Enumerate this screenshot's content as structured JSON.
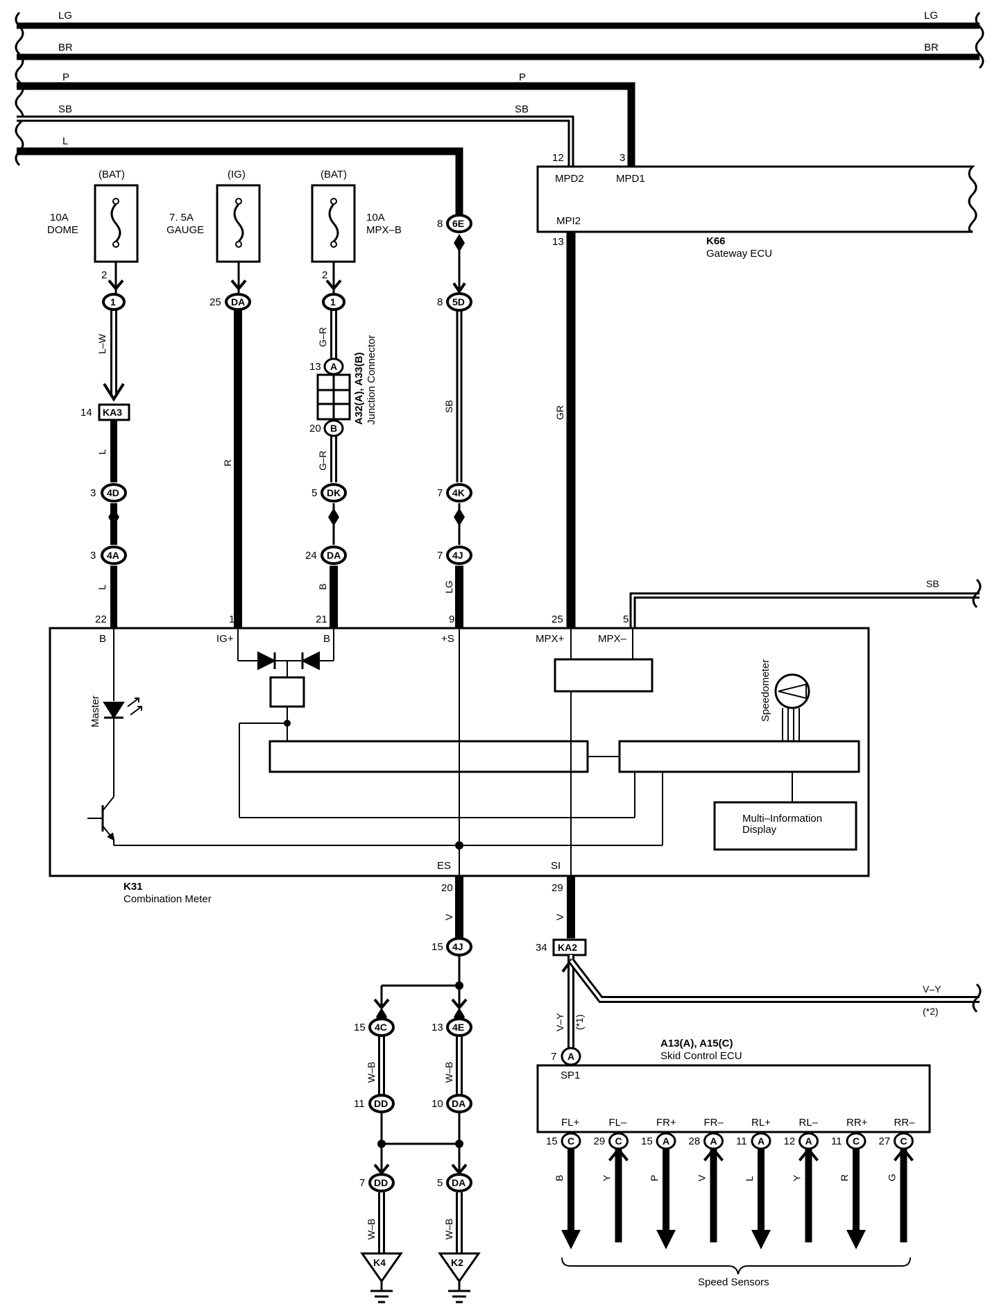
{
  "buses": [
    {
      "color": "LG",
      "left_label": "LG",
      "right_label": "LG"
    },
    {
      "color": "BR",
      "left_label": "BR",
      "right_label": "BR"
    },
    {
      "color": "P",
      "left_label": "P",
      "mid_label": "P"
    },
    {
      "color": "SB",
      "left_label": "SB",
      "mid_label": "SB"
    },
    {
      "color": "L",
      "left_label": "L"
    }
  ],
  "fuses": [
    {
      "source": "(BAT)",
      "rating": "10A",
      "name": "DOME",
      "pin": "2"
    },
    {
      "source": "(IG)",
      "rating": "7. 5A",
      "name": "GAUGE"
    },
    {
      "source": "(BAT)",
      "rating": "10A",
      "name": "MPX–B",
      "pin": "2"
    }
  ],
  "gateway": {
    "code": "K66",
    "name": "Gateway ECU",
    "pin_mpd2": "12",
    "pin_mpd1": "3",
    "pin_mpi2": "13",
    "term_mpd2": "MPD2",
    "term_mpd1": "MPD1",
    "term_mpi2": "MPI2"
  },
  "junction": {
    "code": "A32(A), A33(B)",
    "name": "Junction Connector"
  },
  "combination_meter": {
    "code": "K31",
    "name": "Combination Meter",
    "terminals": {
      "b_left": "B",
      "ig": "IG+",
      "b_right": "B",
      "s": "+S",
      "mpx_plus": "MPX+",
      "mpx_minus": "MPX–",
      "es": "ES",
      "si": "SI"
    },
    "pins": {
      "b_left": "22",
      "ig": "1",
      "b_right": "21",
      "s": "9",
      "mpx_plus": "25",
      "mpx_minus": "5",
      "es": "20",
      "si": "29"
    },
    "master": "Master",
    "speedometer": "Speedometer",
    "mid_line1": "Multi–Information",
    "mid_line2": "Display"
  },
  "wire_colors": {
    "dome_upper": "L–W",
    "dome_lower": "L",
    "dome_bottom": "L",
    "gauge": "R",
    "mpx_upper": "G–R",
    "mpx_mid": "G–R",
    "mpx_lower": "B",
    "s_mid": "SB",
    "s_lower": "LG",
    "gateway_down": "GR",
    "mpx_minus_out": "SB",
    "es_down": "V",
    "si_down": "V",
    "gnd_left": "W–B",
    "gnd_left_lower": "W–B",
    "gnd_right": "W–B",
    "gnd_right_lower": "W–B",
    "skid_up": "V–Y",
    "skid_note": "(*1)",
    "vy_out": "V–Y",
    "vy_note": "(*2)"
  },
  "connectors": {
    "c1_dome": {
      "id": "1",
      "pin": ""
    },
    "ka3": {
      "id": "KA3",
      "pin": "14"
    },
    "c4d": {
      "id": "4D",
      "pin": "3"
    },
    "c4a": {
      "id": "4A",
      "pin": "3"
    },
    "cda_gauge": {
      "id": "DA",
      "pin": "25"
    },
    "c1_mpx": {
      "id": "1",
      "pin": ""
    },
    "ca_junction": {
      "id": "A",
      "pin": "13"
    },
    "cb_junction": {
      "id": "B",
      "pin": "20"
    },
    "cdk": {
      "id": "DK",
      "pin": "5"
    },
    "cda_mpx": {
      "id": "DA",
      "pin": "24"
    },
    "c6e": {
      "id": "6E",
      "pin": "8"
    },
    "c5d": {
      "id": "5D",
      "pin": "8"
    },
    "c4k": {
      "id": "4K",
      "pin": "7"
    },
    "c4j_s": {
      "id": "4J",
      "pin": "7"
    },
    "c4j_es": {
      "id": "4J",
      "pin": "15"
    },
    "ka2": {
      "id": "KA2",
      "pin": "34"
    },
    "c4c": {
      "id": "4C",
      "pin": "15"
    },
    "c4e": {
      "id": "4E",
      "pin": "13"
    },
    "cdd1": {
      "id": "DD",
      "pin": "11"
    },
    "cda1": {
      "id": "DA",
      "pin": "10"
    },
    "cdd2": {
      "id": "DD",
      "pin": "7"
    },
    "cda2": {
      "id": "DA",
      "pin": "5"
    },
    "ca_skid": {
      "id": "A",
      "pin": "7"
    }
  },
  "grounds": [
    {
      "id": "K4"
    },
    {
      "id": "K2"
    }
  ],
  "skid_ecu": {
    "code": "A13(A), A15(C)",
    "name": "Skid Control ECU",
    "sp1": "SP1",
    "terminals": [
      {
        "term": "FL+",
        "pin": "15",
        "conn": "C",
        "wire": "B",
        "dir": "out"
      },
      {
        "term": "FL–",
        "pin": "29",
        "conn": "C",
        "wire": "Y",
        "dir": "in"
      },
      {
        "term": "FR+",
        "pin": "15",
        "conn": "A",
        "wire": "P",
        "dir": "out"
      },
      {
        "term": "FR–",
        "pin": "28",
        "conn": "A",
        "wire": "V",
        "dir": "in"
      },
      {
        "term": "RL+",
        "pin": "11",
        "conn": "A",
        "wire": "L",
        "dir": "out"
      },
      {
        "term": "RL–",
        "pin": "12",
        "conn": "A",
        "wire": "Y",
        "dir": "in"
      },
      {
        "term": "RR+",
        "pin": "11",
        "conn": "C",
        "wire": "R",
        "dir": "out"
      },
      {
        "term": "RR–",
        "pin": "27",
        "conn": "C",
        "wire": "G",
        "dir": "in"
      }
    ],
    "sensors_label": "Speed Sensors"
  }
}
